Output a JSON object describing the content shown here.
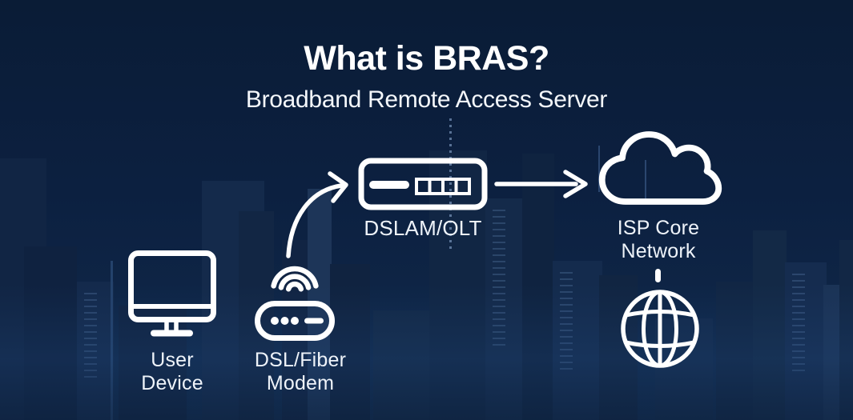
{
  "header": {
    "title": "What is BRAS?",
    "subtitle": "Broadband Remote Access Server"
  },
  "diagram": {
    "nodes": [
      {
        "id": "user-device",
        "icon": "desktop-monitor-icon",
        "label_line1": "User",
        "label_line2": "Device"
      },
      {
        "id": "dsl-fiber-modem",
        "icon": "wifi-modem-icon",
        "label_line1": "DSL/Fiber",
        "label_line2": "Modem"
      },
      {
        "id": "dslam-olt",
        "icon": "access-node-icon",
        "label_line1": "DSLAM/OLT",
        "label_line2": ""
      },
      {
        "id": "isp-core-network",
        "icon": "cloud-icon",
        "label_line1": "ISP Core",
        "label_line2": "Network"
      },
      {
        "id": "internet-globe",
        "icon": "globe-icon",
        "label_line1": "",
        "label_line2": ""
      }
    ],
    "connections": [
      {
        "from": "dsl-fiber-modem",
        "to": "dslam-olt",
        "type": "curved-arrow"
      },
      {
        "from": "dslam-olt",
        "to": "isp-core-network",
        "type": "straight-arrow"
      },
      {
        "from": "isp-core-network",
        "to": "internet-globe",
        "type": "vertical-dash"
      }
    ]
  },
  "colors": {
    "background_top": "#0a1c36",
    "background_bottom": "#112b4e",
    "skyline_building": "#142a4c",
    "line_and_icon": "#ffffff",
    "label_text": "#eef3f9"
  }
}
